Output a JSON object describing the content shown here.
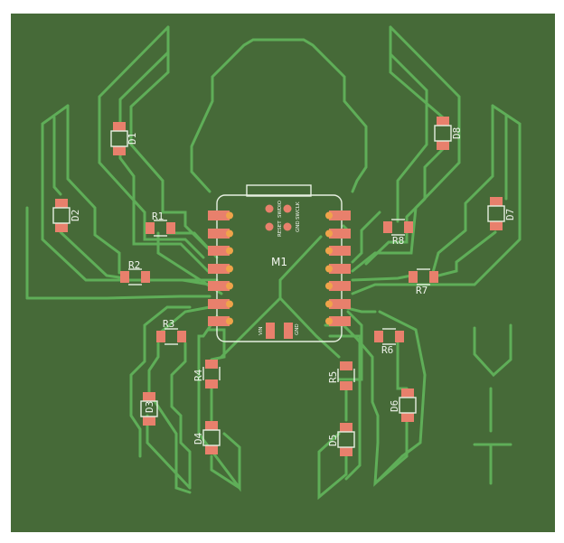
{
  "board": {
    "background_color": "#ffffff",
    "pcb_color": "#466a38",
    "trace_color": "#5fae58",
    "pad_color": "#e8806c",
    "silkscreen_color": "#e6efe0"
  },
  "module": {
    "ref": "M1",
    "pin_labels": [
      "RESET",
      "SWDIO",
      "GND",
      "SWCLK"
    ],
    "power_labels": [
      "VIN",
      "GND"
    ]
  },
  "components": {
    "diodes": [
      "D1",
      "D2",
      "D3",
      "D4",
      "D5",
      "D6",
      "D7",
      "D8"
    ],
    "resistors": [
      "R1",
      "R2",
      "R3",
      "R4",
      "R5",
      "R6",
      "R7",
      "R8"
    ]
  },
  "labels": {
    "D1": "D1",
    "D2": "D2",
    "D3": "D3",
    "D4": "D4",
    "D5": "D5",
    "D6": "D6",
    "D7": "D7",
    "D8": "D8",
    "R1": "R1",
    "R2": "R2",
    "R3": "R3",
    "R4": "R4",
    "R5": "R5",
    "R6": "R6",
    "R7": "R7",
    "R8": "R8",
    "M1": "M1",
    "RESET": "RESET",
    "SWDIO": "SWDIO",
    "GND_TOP": "GND",
    "SWCLK": "SWCLK",
    "VIN": "VIN",
    "GND_BOTTOM": "GND"
  }
}
